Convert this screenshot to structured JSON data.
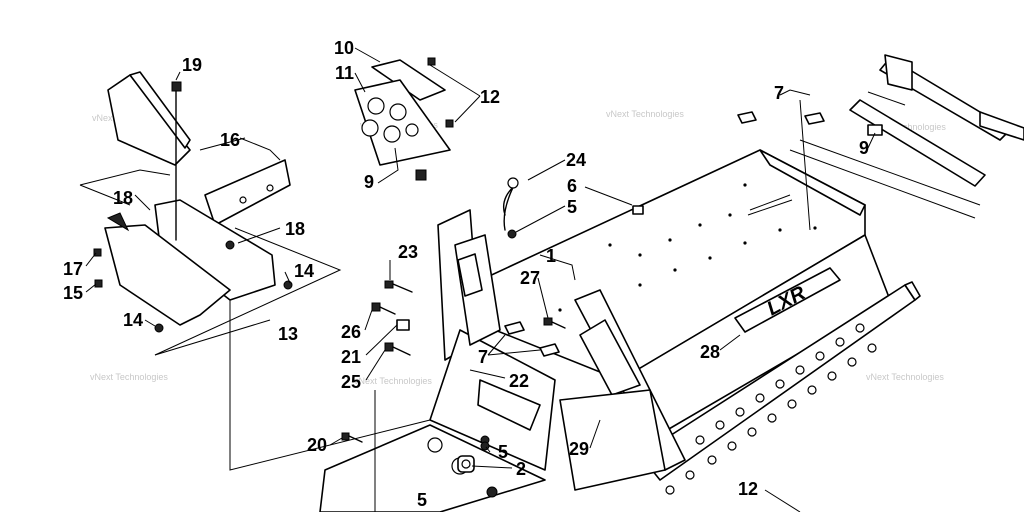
{
  "diagram": {
    "watermark_text": "vNext Technologies",
    "callouts": [
      "1",
      "2",
      "5",
      "5",
      "5",
      "6",
      "7",
      "7",
      "9",
      "9",
      "10",
      "11",
      "12",
      "12",
      "13",
      "14",
      "14",
      "15",
      "16",
      "17",
      "18",
      "18",
      "19",
      "20",
      "21",
      "22",
      "23",
      "24",
      "25",
      "26",
      "27",
      "28",
      "29"
    ],
    "decal_text": "LXR"
  }
}
